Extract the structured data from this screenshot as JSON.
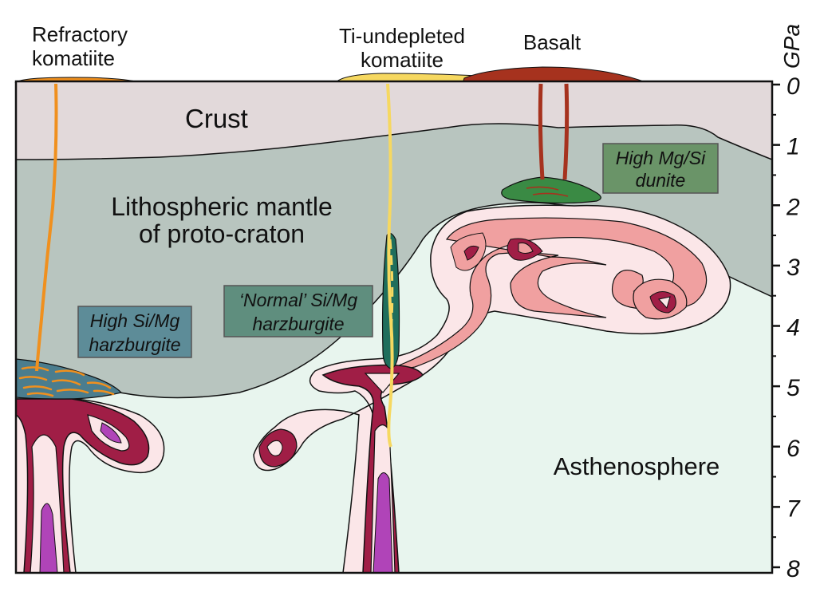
{
  "axis": {
    "unit": "GPa",
    "ticks": [
      "0",
      "1",
      "2",
      "3",
      "4",
      "5",
      "6",
      "7",
      "8"
    ]
  },
  "labels": {
    "refractory": [
      "Refractory",
      "komatiite"
    ],
    "ti_undepleted": [
      "Ti-undepleted",
      "komatiite"
    ],
    "basalt": "Basalt",
    "crust": "Crust",
    "lithosphere": [
      "Lithospheric mantle",
      "of proto-craton"
    ],
    "asthenosphere": "Asthenosphere"
  },
  "boxes": {
    "high_si_mg": [
      "High Si/Mg",
      "harzburgite"
    ],
    "normal_si_mg": [
      "‘Normal’ Si/Mg",
      "harzburgite"
    ],
    "high_mg_si": [
      "High Mg/Si",
      "dunite"
    ]
  },
  "colors": {
    "crust": "#e2d9da",
    "lithosphere": "#b8c5bf",
    "asthenosphere": "#e8f5ee",
    "refractory_komatiite": "#f0901e",
    "ti_komatiite": "#f6d860",
    "basalt": "#a6321e",
    "plume_core": "#b044b8",
    "plume_dark": "#a01e46",
    "plume_mid": "#f0a0a0",
    "plume_light": "#fbe6e8",
    "dunite": "#3a8a44",
    "harz_normal": "#1f6e5c",
    "box_high_si": "#5d8c98",
    "box_normal": "#5f8e7e",
    "box_dunite": "#6a9468"
  }
}
